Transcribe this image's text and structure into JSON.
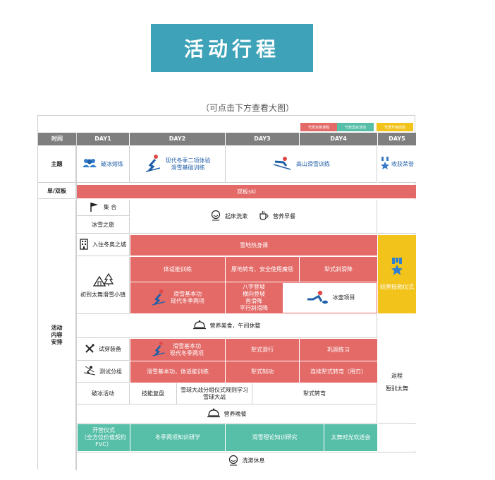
{
  "banner": {
    "title": "活动行程"
  },
  "subtitle": "（可点击下方查看大图）",
  "legend": [
    {
      "label": "代表双板课程",
      "color": "#e36a67"
    },
    {
      "label": "代表营会活动",
      "color": "#57bfa8"
    },
    {
      "label": "代表升级授勋",
      "color": "#f2c31b"
    }
  ],
  "header": {
    "time": "时间",
    "day1": "DAY1",
    "day2": "DAY2",
    "day3": "DAY3",
    "day4": "DAY4",
    "day5": "DAY5"
  },
  "theme": {
    "label": "主题",
    "day1": "破冰熔炼",
    "day2_line1": "现代冬季二项体验",
    "day2_line2": "滑雪基础训练",
    "day34": "高山滑雪训练",
    "day5": "收获荣誉"
  },
  "board": {
    "label": "单/双板",
    "value": "双板ski"
  },
  "activity_label": [
    "活动",
    "内容",
    "安排"
  ],
  "rows": {
    "r1_day1_top": "集  合",
    "r1_day1_bottom": "冰雪之旅",
    "r1_wash": "起床洗漱",
    "r1_breakfast": "营养早餐",
    "r2_day1": "入住冬奥之城",
    "r2_warmup": "雪地热身课",
    "r2_day1b": "初到太舞滑雪小镇",
    "r2_fitness": "体适能训练",
    "r2_turn": "原地转弯、安全使用魔毯",
    "r2_plow": "犁式斜滑降",
    "r2_basics_1": "滑雪基本功",
    "r2_basics_2": "现代冬季两项",
    "r2_slope_1": "八字登坡",
    "r2_slope_2": "横向登坡",
    "r2_slope_3": "直滑降",
    "r2_slope_4": "平行斜滑降",
    "r2_curling": "冰壶项目",
    "r2_award": "结营授勋仪式",
    "lunch": "营养美食，午间休整",
    "r3_day1": "试穿装备",
    "r3_basics_1": "滑雪基本功",
    "r3_basics_2": "现代冬季两项",
    "r3_plow": "犁式滑行",
    "r3_consolidate": "巩固练习",
    "r4_day1": "测试分组",
    "r4_basics": "滑雪基本功，体适能训练",
    "r4_brake": "犁式制动",
    "r4_continuous": "连续犁式转弯（用刃）",
    "r5_day1": "破冰活动",
    "r5_review": "技能复盘",
    "r5_snowball_1": "雪球大战分组仪式规则学习",
    "r5_snowball_2": "雪球大战",
    "r5_turn": "犁式转弯",
    "day5_return_1": "返程",
    "day5_return_2": "暂别太舞",
    "dinner": "营养晚餐",
    "r6_opening_1": "开营仪式",
    "r6_opening_2": "（全方位价值契约",
    "r6_opening_3": "FVC）",
    "r6_knowledge": "冬季两项知识研学",
    "r6_theory": "滑雪理论知识研究",
    "r6_party": "太舞时光欢送会",
    "r7_rest": "洗漱休息"
  }
}
